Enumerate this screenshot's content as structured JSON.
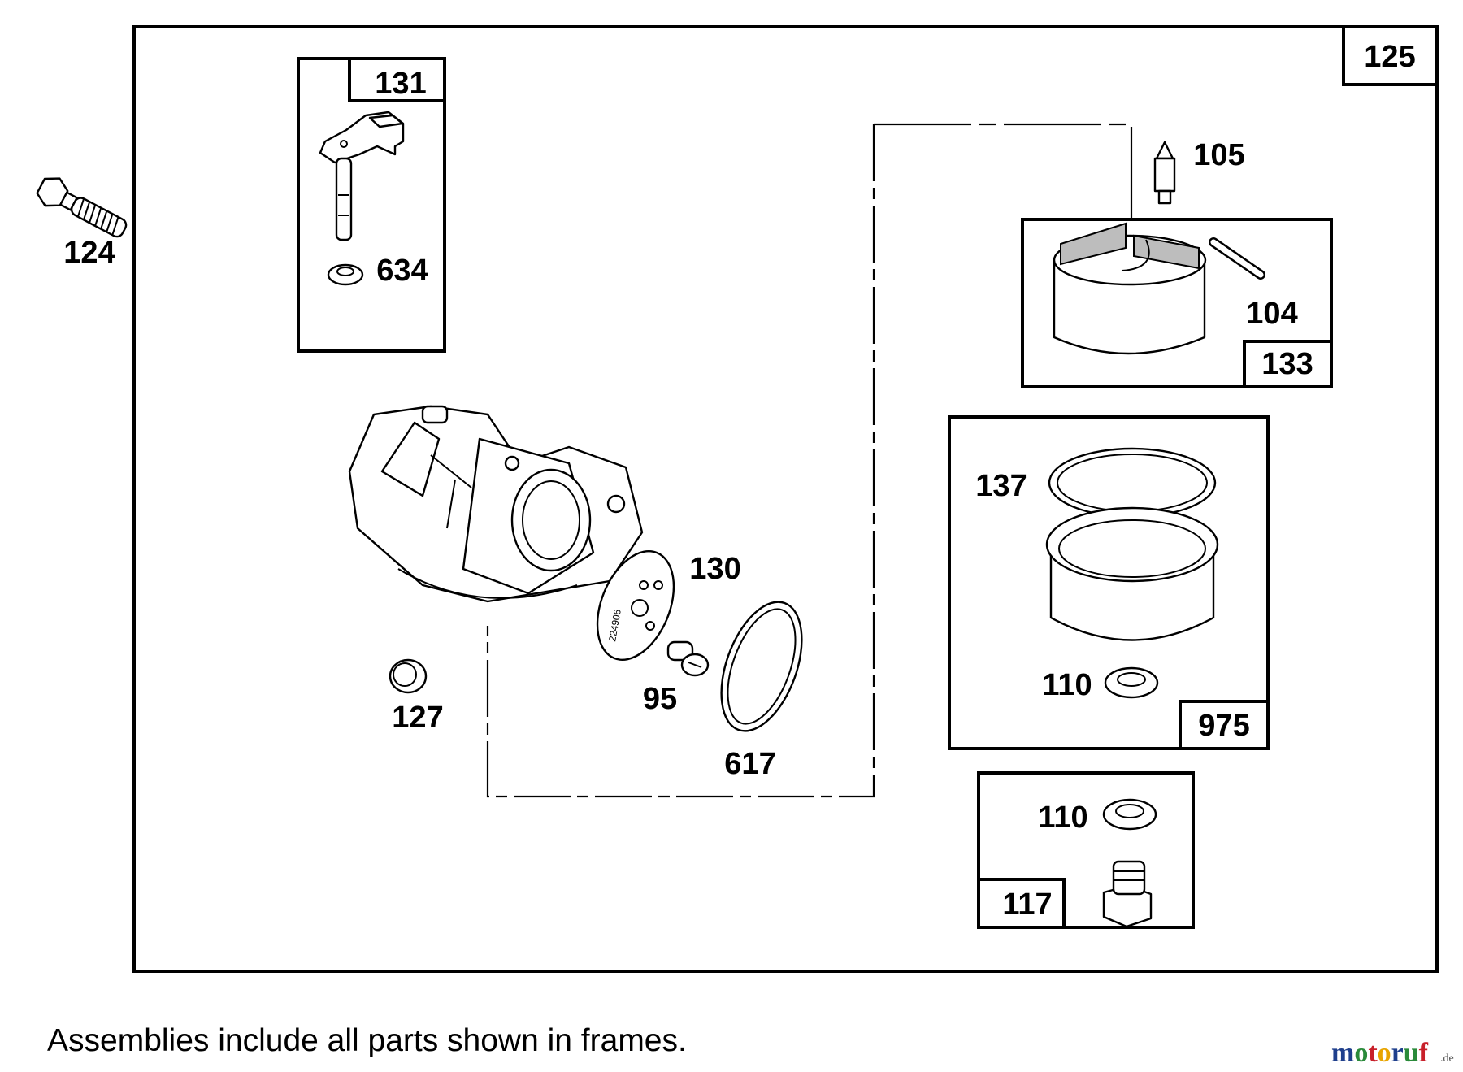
{
  "diagram": {
    "assembly_number": "125",
    "parts": {
      "bolt": "124",
      "throttle_shaft_kit": "131",
      "throttle_seal": "634",
      "float_needle": "105",
      "float_pin": "104",
      "float_kit": "133",
      "bowl_oring": "137",
      "bowl_washer": "110",
      "bowl_kit": "975",
      "drain_washer": "110",
      "drain_screw_kit": "117",
      "carburetor_body": "",
      "welch_plug": "127",
      "jet_plate": "130",
      "jet_plate_code": "224906",
      "jet_screw": "95",
      "gasket": "617"
    }
  },
  "footnote": "Assemblies include all parts shown in frames.",
  "watermark": {
    "text_main": "motoruf",
    "text_suffix": ".de",
    "colors": [
      "#1f3f8c",
      "#2a8a3a",
      "#c8202a",
      "#e8a400",
      "#1f3f8c",
      "#2a8a3a",
      "#c8202a"
    ]
  }
}
